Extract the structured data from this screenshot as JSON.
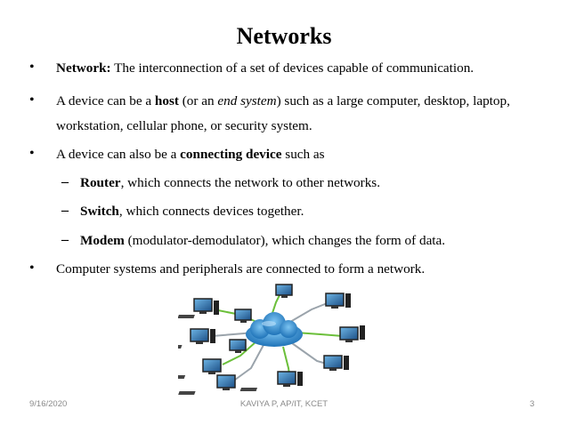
{
  "slide": {
    "title": "Networks",
    "bullets": [
      {
        "bold": "Network:",
        "text": " The interconnection of a set of devices capable of communication."
      },
      {
        "line1_pre": "A device can be a ",
        "line1_bold": "host",
        "line1_mid": " (or an ",
        "line1_italic": "end system",
        "line1_post": ") such as a large computer, desktop, laptop,",
        "line2": "workstation, cellular phone, or security system."
      },
      {
        "pre": "A device can also be a ",
        "bold": "connecting device",
        "post": " such as"
      },
      {
        "text": "Computer systems and peripherals are connected to form a network."
      }
    ],
    "sub_items": [
      {
        "bold": "Router",
        "text": ", which connects the network to other networks."
      },
      {
        "bold": "Switch",
        "text": ", which connects devices together."
      },
      {
        "bold": "Modem",
        "text": " (modulator-demodulator), which changes the form of data."
      }
    ],
    "bullet_symbol": "•",
    "dash_symbol": "–"
  },
  "footer": {
    "date": "9/16/2020",
    "author": "KAVIYA P, AP/IT, KCET",
    "page": "3"
  },
  "colors": {
    "cloud": "#2f8fd0",
    "cable_green": "#6bbf3a",
    "cable_gray": "#9aa3ab",
    "footer": "#8a8a8a"
  }
}
